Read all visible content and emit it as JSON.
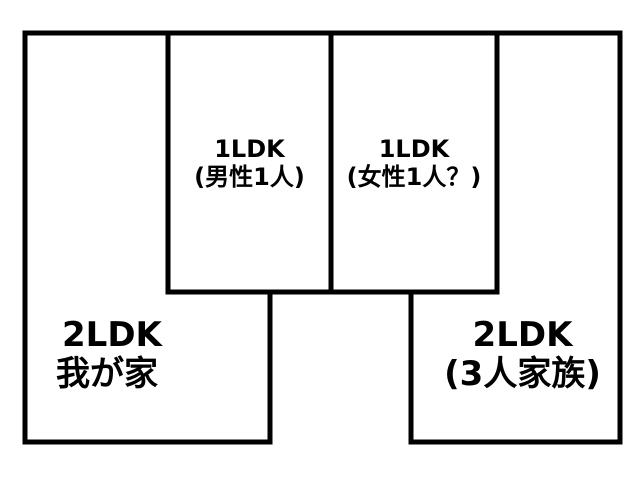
{
  "colors": {
    "background": "#ffffff",
    "walls": "#000000",
    "text": "#000000"
  },
  "rooms": {
    "left": {
      "layout": "2LDK",
      "occupant": "我が家"
    },
    "center_left": {
      "layout": "1LDK",
      "occupant": "(男性1人)"
    },
    "center_right": {
      "layout": "1LDK",
      "occupant": "(女性1人？)"
    },
    "right": {
      "layout": "2LDK",
      "occupant": "(3人家族)"
    }
  }
}
